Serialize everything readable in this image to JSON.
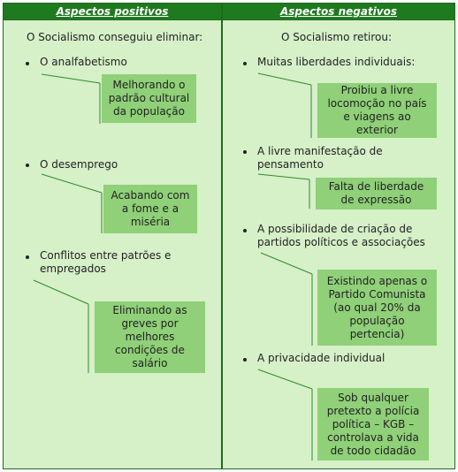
{
  "headers": {
    "left": "Aspectos positivos",
    "right": "Aspectos negativos"
  },
  "left": {
    "intro": "O Socialismo conseguiu eliminar:",
    "items": [
      {
        "text": "O analfabetismo",
        "box": "Melhorando o\npadrão cultural\nda população"
      },
      {
        "text": "O desemprego",
        "box": "Acabando com\na fome e a\nmiséria"
      },
      {
        "text_line1": "Conflitos entre patrões e",
        "text_line2": "empregados",
        "box": "Eliminando as\ngreves por\nmelhores\ncondições de\nsalário"
      }
    ]
  },
  "right": {
    "intro": "O Socialismo retirou:",
    "items": [
      {
        "text": "Muitas liberdades individuais:",
        "box": "Proibiu a livre\nlocomoção no país\ne viagens ao\nexterior"
      },
      {
        "text_line1": "A livre manifestação de",
        "text_line2": "pensamento",
        "box": "Falta de liberdade\nde expressão"
      },
      {
        "text_line1": "A possibilidade de criação de",
        "text_line2": "partidos políticos e associações",
        "box": "Existindo apenas o\nPartido Comunista\n(ao qual 20% da\npopulação\npertencia)"
      },
      {
        "text": "A privacidade individual",
        "box": "Sob qualquer\npretexto a polícia\npolítica – KGB –\ncontrolava a vida\nde todo cidadão"
      }
    ]
  },
  "colors": {
    "header_bg": "#1e7a1e",
    "panel_bg": "#d6f0c8",
    "box_bg": "#8fd078",
    "line": "#2e8b2e"
  }
}
